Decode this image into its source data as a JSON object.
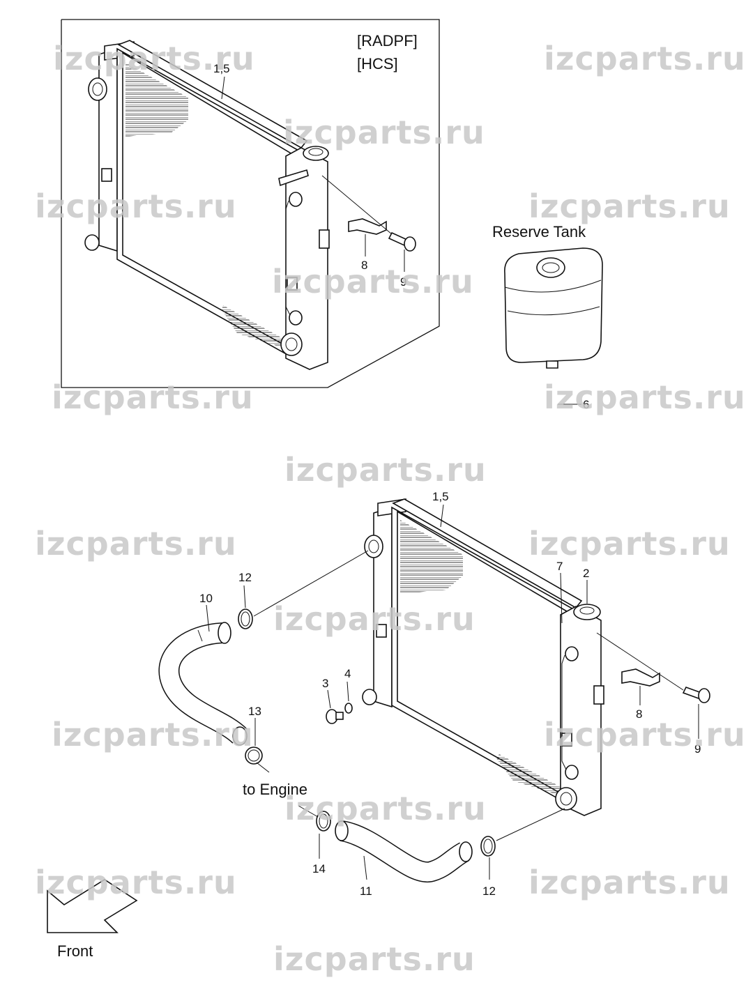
{
  "inset": {
    "codes": [
      "[RADPF]",
      "[HCS]"
    ],
    "callouts": {
      "radiator": "1,5",
      "bracket": "8",
      "bolt": "9"
    }
  },
  "main": {
    "callouts": {
      "radiator": "1,5",
      "overflow_hose": "7",
      "cap": "2",
      "reserve_hose": "6",
      "drain_plug": "3",
      "drain_oring": "4",
      "bracket": "8",
      "bolt": "9",
      "upper_hose": "10",
      "upper_clamp": "12",
      "engine_clamp": "13",
      "lower_clamp": "14",
      "lower_hose": "11",
      "lower_radiator_clamp": "12"
    },
    "reserve_tank_label": "Reserve Tank",
    "to_engine_label": "to Engine",
    "front_label": "Front"
  },
  "watermark": "izcparts.ru"
}
